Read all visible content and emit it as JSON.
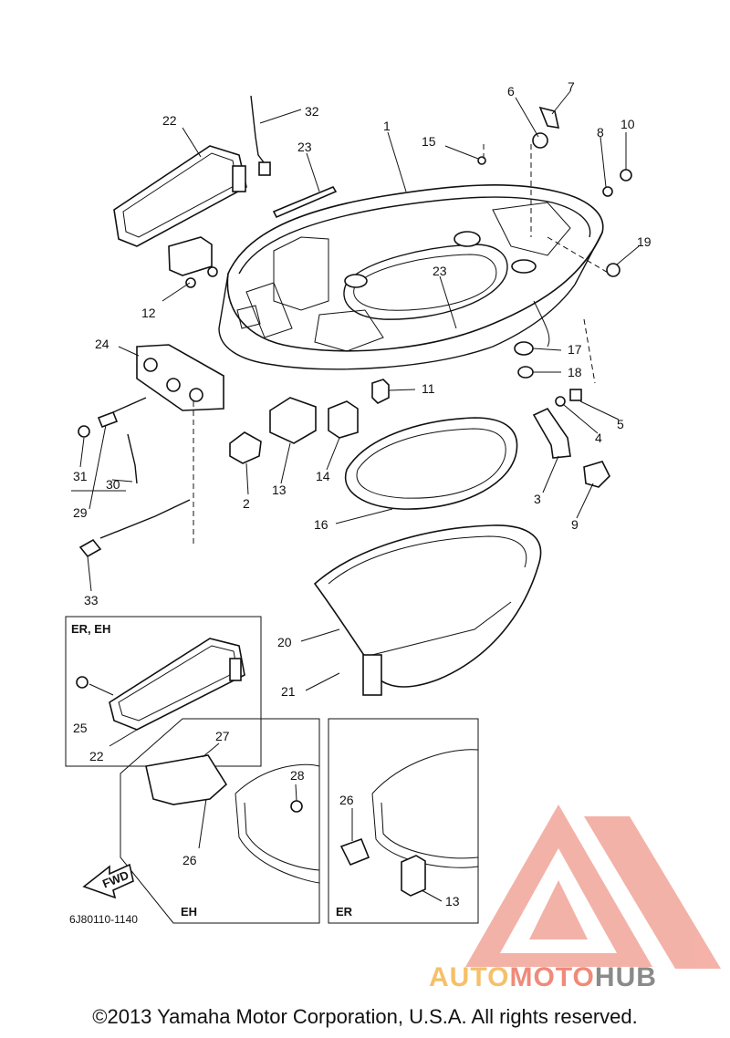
{
  "callouts": {
    "n1": "1",
    "n2": "2",
    "n3": "3",
    "n4": "4",
    "n5": "5",
    "n6": "6",
    "n7": "7",
    "n8": "8",
    "n9": "9",
    "n10": "10",
    "n11": "11",
    "n12": "12",
    "n13": "13",
    "n14": "14",
    "n15": "15",
    "n16": "16",
    "n17": "17",
    "n18": "18",
    "n19": "19",
    "n20": "20",
    "n21": "21",
    "n22": "22",
    "n23a": "23",
    "n23b": "23",
    "n24": "24",
    "n25": "25",
    "n22b": "22",
    "n26a": "26",
    "n26b": "26",
    "n27": "27",
    "n28": "28",
    "n29": "29",
    "n30": "30",
    "n31": "31",
    "n32": "32",
    "n33": "33",
    "n13b": "13"
  },
  "insets": {
    "er_eh": "ER, EH",
    "eh": "EH",
    "er": "ER"
  },
  "fwd_label": "FWD",
  "diagram_code": "6J80110-1140",
  "watermark": {
    "part1": "AUTO",
    "part2": "MOTO",
    "part3": "HUB",
    "colors": {
      "yellow": "#f5c06a",
      "red": "#f08a7a",
      "gray": "#8a8a8a",
      "triangle": "#f2a59a"
    }
  },
  "copyright": "©2013 Yamaha Motor Corporation, U.S.A. All rights reserved."
}
